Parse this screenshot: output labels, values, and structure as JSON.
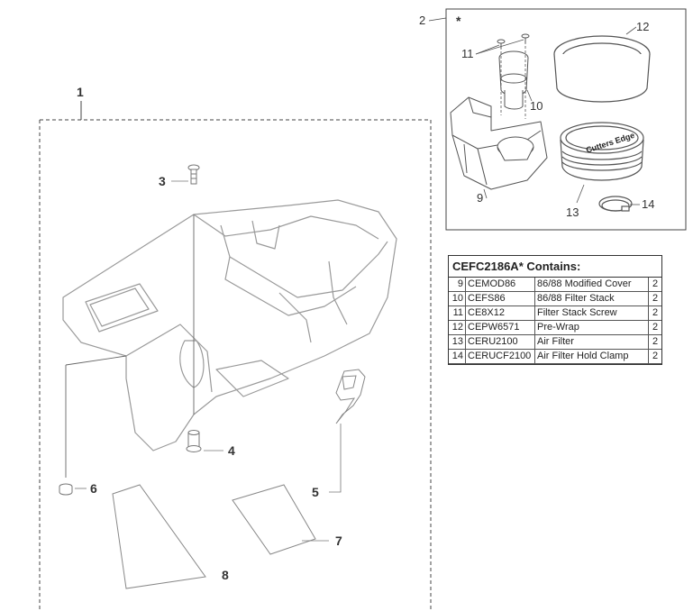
{
  "callouts": {
    "c1": "1",
    "c2": "2",
    "c3": "3",
    "c4": "4",
    "c5": "5",
    "c6": "6",
    "c7": "7",
    "c8": "8",
    "c9": "9",
    "c10": "10",
    "c11": "11",
    "c12": "12",
    "c13": "13",
    "c14": "14",
    "asterisk": "*"
  },
  "filter_brand": "Cutters Edge",
  "kit": {
    "title": "CEFC2186A* Contains:",
    "rows": [
      {
        "item": "9",
        "part": "CEMOD86",
        "description": "86/88 Modified Cover",
        "qty": "2"
      },
      {
        "item": "10",
        "part": "CEFS86",
        "description": "86/88 Filter Stack",
        "qty": "2"
      },
      {
        "item": "11",
        "part": "CE8X12",
        "description": "Filter Stack Screw",
        "qty": "2"
      },
      {
        "item": "12",
        "part": "CEPW6571",
        "description": "Pre-Wrap",
        "qty": "2"
      },
      {
        "item": "13",
        "part": "CERU2100",
        "description": "Air Filter",
        "qty": "2"
      },
      {
        "item": "14",
        "part": "CERUCF2100",
        "description": "Air Filter Hold Clamp",
        "qty": "2"
      }
    ]
  }
}
